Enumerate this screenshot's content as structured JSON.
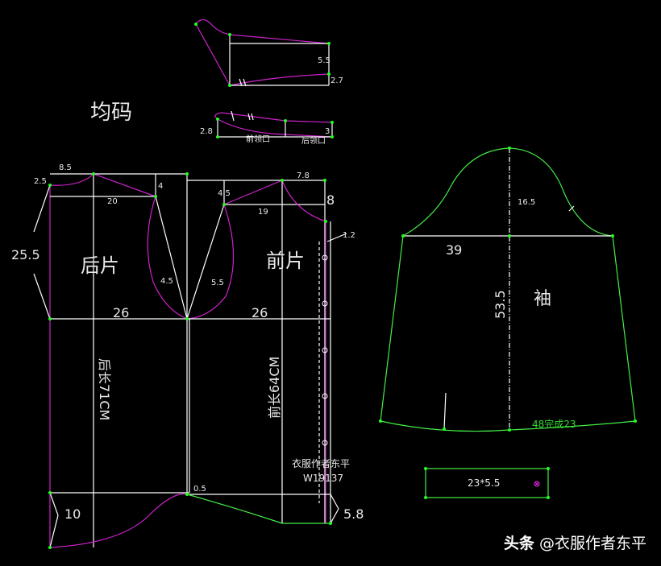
{
  "title": "均码",
  "panels": {
    "back": "后片",
    "front": "前片",
    "sleeve": "袖"
  },
  "lengths": {
    "back": "后长71CM",
    "front": "前长64CM"
  },
  "author": {
    "name": "衣服作者东平",
    "code": "W19137"
  },
  "collar": {
    "upper_height": "5.5",
    "upper_end": "2.7",
    "lower_left": "2.8",
    "lower_right": "3",
    "front_neck": "前领口",
    "back_neck": "后领口"
  },
  "measures": {
    "back_neck_width": "8.5",
    "back_neck_rise": "2.5",
    "shoulder_back": "20",
    "shoulder_drop_back": "4",
    "armhole_back": "4.5",
    "armhole_front": "5.5",
    "chest_back": "26",
    "chest_front": "26",
    "armhole_depth": "25.5",
    "front_shoulder_drop": "4.5",
    "front_neck_width": "7.8",
    "front_neck_depth": "8",
    "shoulder_front": "19",
    "placket": "1.2",
    "hem_back": "10",
    "hem_side": "0.5",
    "hem_front": "5.8"
  },
  "sleeve": {
    "cap_height": "16.5",
    "width": "39",
    "length": "53.5",
    "cuff_note": "48完成23"
  },
  "cuff": {
    "size": "23*5.5"
  },
  "watermark": {
    "site": "头条",
    "handle": "@衣服作者东平"
  },
  "colors": {
    "line": "#ffffff",
    "curve": "#cc22cc",
    "sleeve": "#44ee44",
    "point": "#22ff22"
  }
}
